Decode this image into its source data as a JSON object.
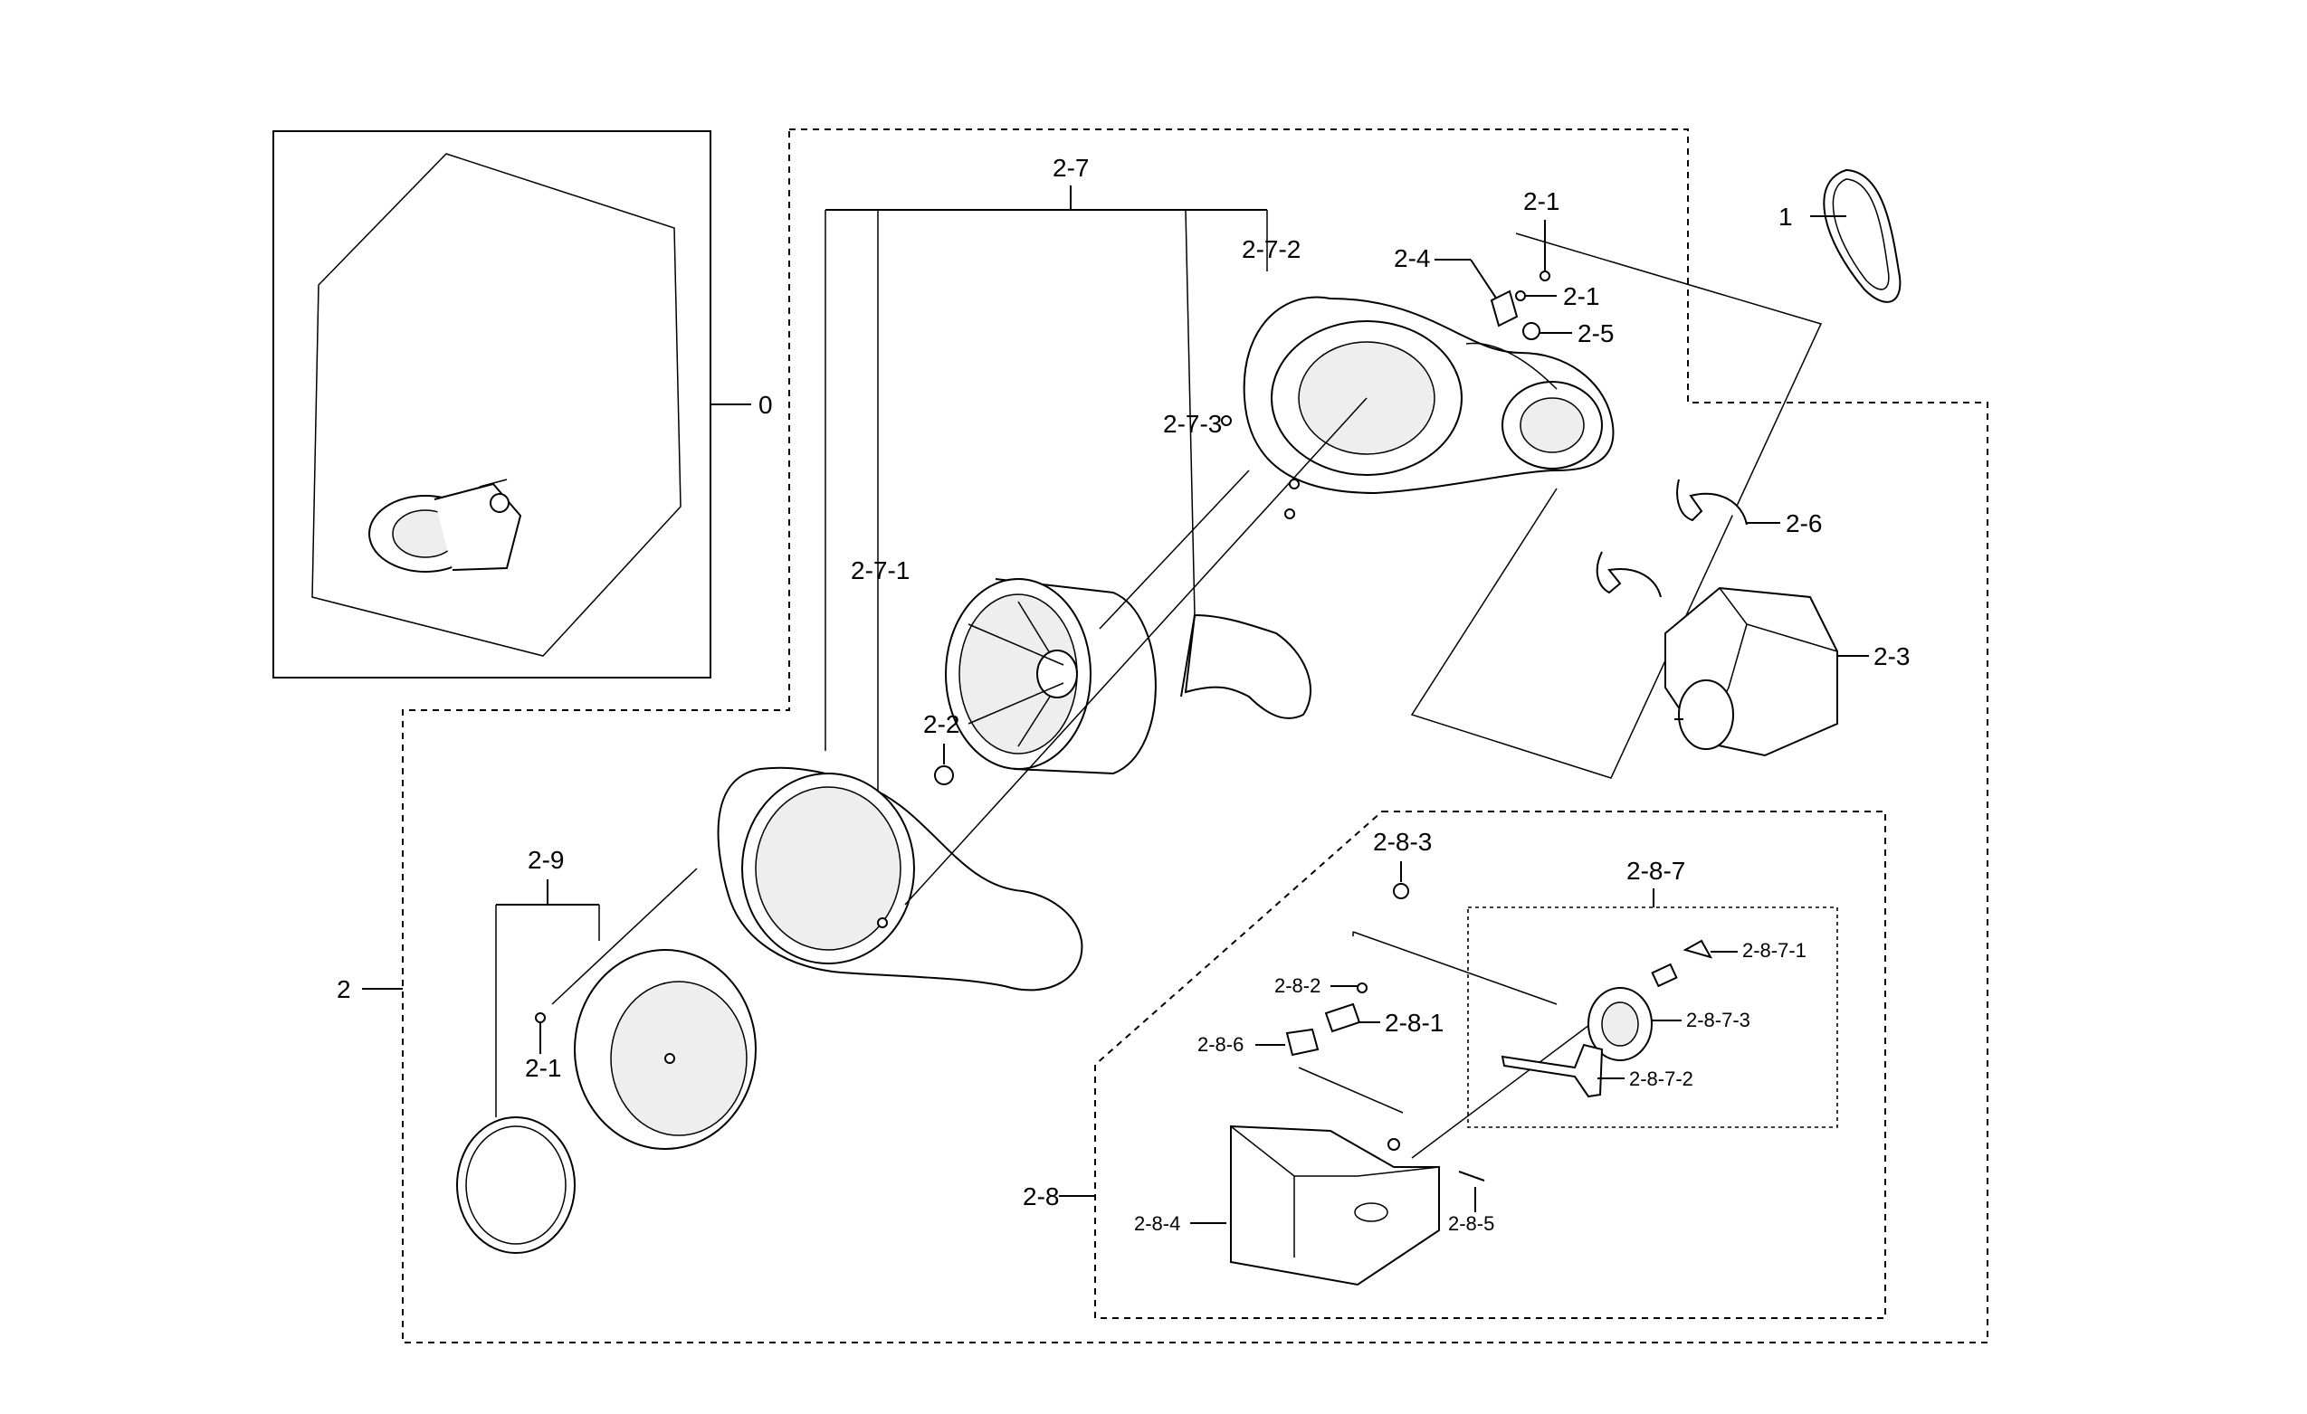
{
  "diagram": {
    "callouts": {
      "c0": "0",
      "c1": "1",
      "c2": "2",
      "c2_1a": "2-1",
      "c2_1b": "2-1",
      "c2_1c": "2-1",
      "c2_2": "2-2",
      "c2_3": "2-3",
      "c2_4": "2-4",
      "c2_5": "2-5",
      "c2_6": "2-6",
      "c2_7": "2-7",
      "c2_7_1": "2-7-1",
      "c2_7_2": "2-7-2",
      "c2_7_3": "2-7-3",
      "c2_8": "2-8",
      "c2_8_1": "2-8-1",
      "c2_8_2": "2-8-2",
      "c2_8_3": "2-8-3",
      "c2_8_4": "2-8-4",
      "c2_8_5": "2-8-5",
      "c2_8_6": "2-8-6",
      "c2_8_7": "2-8-7",
      "c2_8_7_1": "2-8-7-1",
      "c2_8_7_2": "2-8-7-2",
      "c2_8_7_3": "2-8-7-3",
      "c2_9": "2-9"
    }
  }
}
